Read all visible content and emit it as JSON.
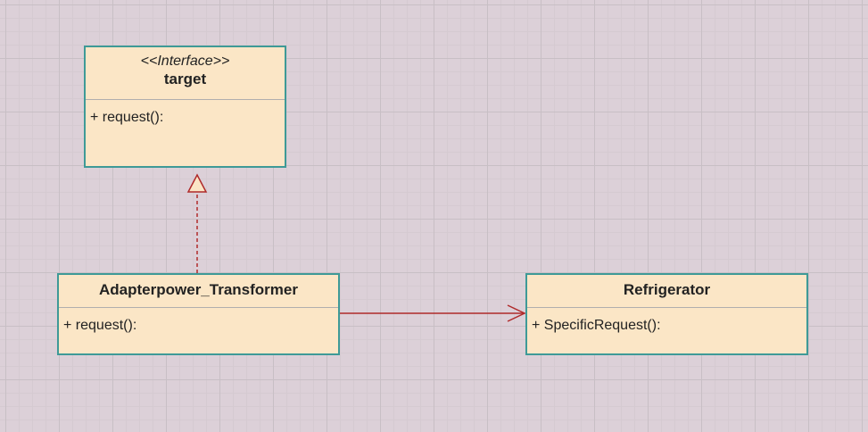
{
  "diagram": {
    "classes": {
      "target": {
        "stereotype": "<<Interface>>",
        "name": "target",
        "methods": [
          "+ request():"
        ]
      },
      "adapter": {
        "name": "Adapterpower_Transformer",
        "methods": [
          "+ request():"
        ]
      },
      "refrigerator": {
        "name": "Refrigerator",
        "methods": [
          "+ SpecificRequest():"
        ]
      }
    },
    "relations": [
      {
        "type": "realization",
        "from": "Adapterpower_Transformer",
        "to": "target",
        "line_style": "dashed"
      },
      {
        "type": "association",
        "from": "Adapterpower_Transformer",
        "to": "Refrigerator",
        "line_style": "solid"
      }
    ],
    "colors": {
      "class_fill": "#fbe6c6",
      "class_border": "#3e9a97",
      "relation_line": "#b02a2a",
      "grid_background": "#dcd0d8"
    }
  }
}
